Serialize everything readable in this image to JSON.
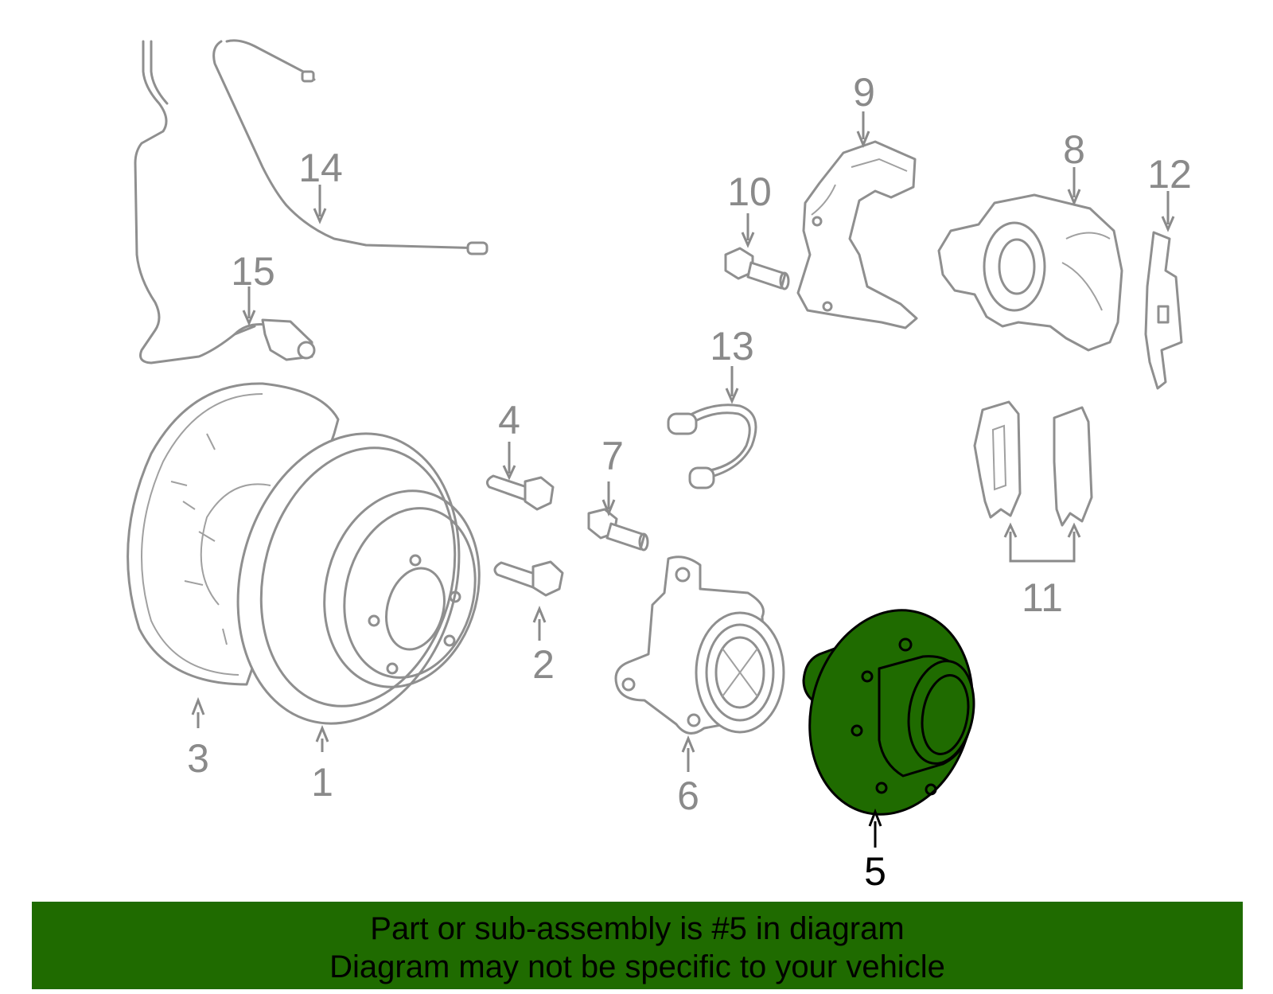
{
  "callouts": {
    "n1": "1",
    "n2": "2",
    "n3": "3",
    "n4": "4",
    "n5": "5",
    "n6": "6",
    "n7": "7",
    "n8": "8",
    "n9": "9",
    "n10": "10",
    "n11": "11",
    "n12": "12",
    "n13": "13",
    "n14": "14",
    "n15": "15"
  },
  "banner": {
    "line1": "Part or sub-assembly is #5 in diagram",
    "line2": "Diagram may not be specific to your vehicle"
  },
  "colors": {
    "highlight": "#1f6b00",
    "outline": "#8f8f8f",
    "banner_bg": "#1f6b00"
  }
}
